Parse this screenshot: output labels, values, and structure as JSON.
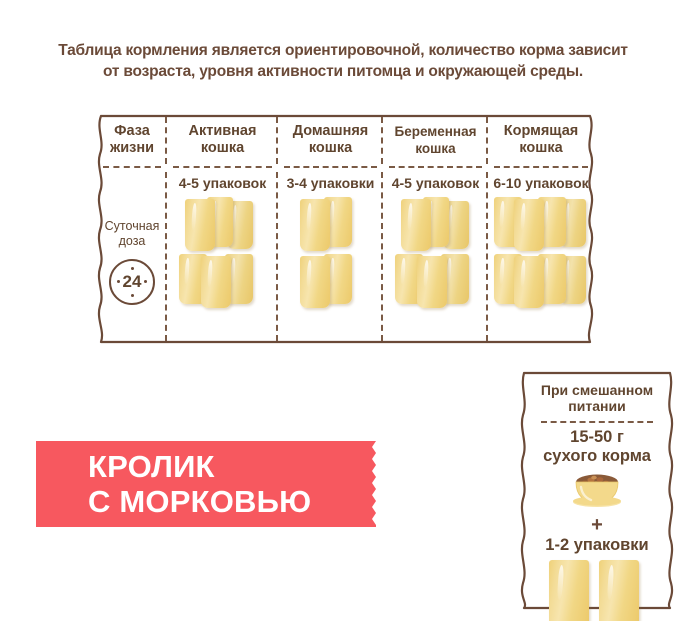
{
  "intro": {
    "line1": "Таблица кормления является ориентировочной, количество корма зависит",
    "line2": "от возраста, уровня активности питомца и окружающей среды."
  },
  "table": {
    "headers": [
      {
        "label_line1": "Фаза",
        "label_line2": "жизни"
      },
      {
        "label_line1": "Активная",
        "label_line2": "кошка"
      },
      {
        "label_line1": "Домашняя",
        "label_line2": "кошка"
      },
      {
        "label_line1": "Беременная",
        "label_line2": "кошка"
      },
      {
        "label_line1": "Кормящая",
        "label_line2": "кошка"
      }
    ],
    "row": {
      "phase_line1": "Суточная",
      "phase_line2": "доза",
      "dose_value": "24",
      "cells": [
        {
          "count_label": "4-5 упаковок",
          "pouches": 5
        },
        {
          "count_label": "3-4 упаковки",
          "pouches": 4
        },
        {
          "count_label": "4-5 упаковок",
          "pouches": 5
        },
        {
          "count_label": "6-10 упаковок",
          "pouches": 8
        }
      ]
    }
  },
  "banner": {
    "line1": "КРОЛИК",
    "line2": "С МОРКОВЬЮ",
    "color": "#f7585f"
  },
  "mixed_feeding": {
    "title_line1": "При смешанном",
    "title_line2": "питании",
    "dry_amount_line1": "15-50 г",
    "dry_amount_line2": "сухого корма",
    "plus": "+",
    "packs_label": "1-2 упаковки",
    "pouch_count": 2
  },
  "colors": {
    "text_brown": "#60452f",
    "border_brown": "#7a5a45",
    "pouch_yellow": "#f2d98a",
    "banner_red": "#f7585f",
    "background": "#ffffff"
  }
}
